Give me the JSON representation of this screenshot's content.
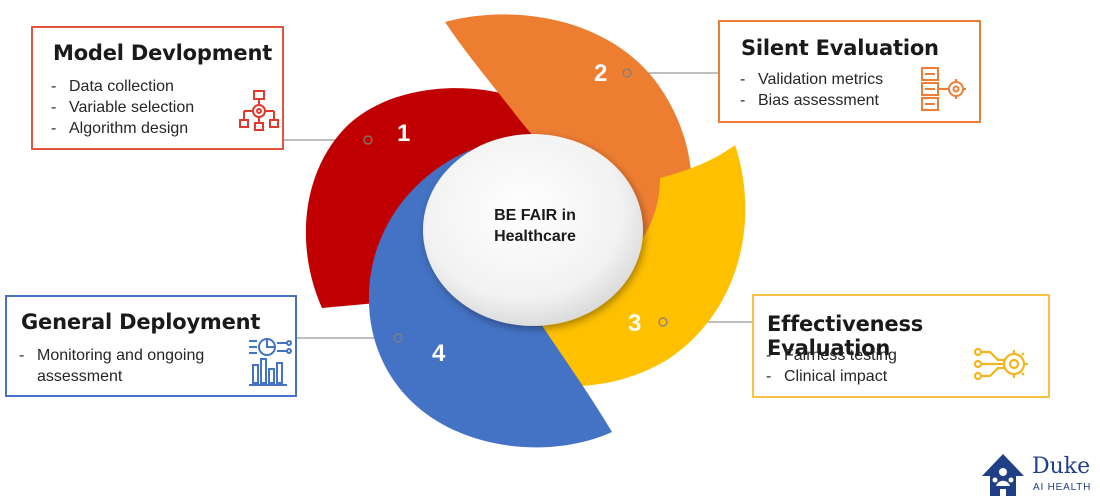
{
  "center": {
    "line1": "BE FAIR in",
    "line2": "Healthcare"
  },
  "segments": [
    {
      "number": "1",
      "color": "#c00000"
    },
    {
      "number": "2",
      "color": "#ed7d31"
    },
    {
      "number": "3",
      "color": "#ffc000"
    },
    {
      "number": "4",
      "color": "#4472c4"
    }
  ],
  "stages": {
    "model_development": {
      "title": "Model Devlopment",
      "items": [
        "Data collection",
        "Variable selection",
        "Algorithm design"
      ],
      "icon": "flowchart-gear-icon",
      "border_color": "#e0563e"
    },
    "silent_evaluation": {
      "title": "Silent Evaluation",
      "items": [
        "Validation metrics",
        "Bias assessment"
      ],
      "icon": "documents-gear-icon",
      "border_color": "#ec7e38"
    },
    "effectiveness_evaluation": {
      "title": "Effectiveness Evaluation",
      "items": [
        "Fairness testing",
        "Clinical impact"
      ],
      "icon": "circuit-gear-icon",
      "border_color": "#f6c343"
    },
    "general_deployment": {
      "title": "General Deployment",
      "items": [
        "Monitoring and ongoing assessment"
      ],
      "icon": "analytics-dashboard-icon",
      "border_color": "#4472c4"
    }
  },
  "logo": {
    "name": "Duke",
    "subtitle": "AI HEALTH",
    "icon": "duke-health-house-icon"
  }
}
